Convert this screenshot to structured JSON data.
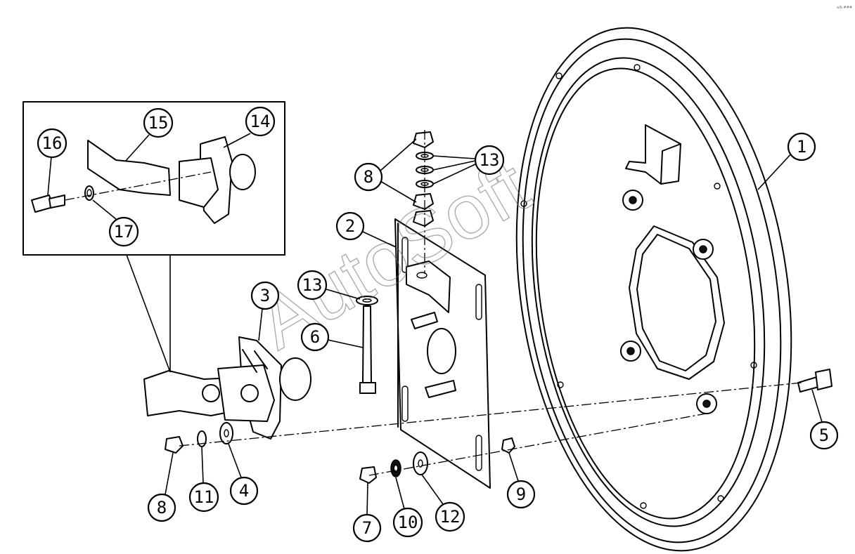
{
  "watermark": "AutoSoft",
  "corner_mark": "a/b ###",
  "callouts": {
    "c1": "1",
    "c2": "2",
    "c3": "3",
    "c4": "4",
    "c5": "5",
    "c6": "6",
    "c7": "7",
    "c8a": "8",
    "c8b": "8",
    "c9": "9",
    "c10": "10",
    "c11": "11",
    "c12": "12",
    "c13a": "13",
    "c13b": "13",
    "c14": "14",
    "c15": "15",
    "c16": "16",
    "c17": "17"
  }
}
